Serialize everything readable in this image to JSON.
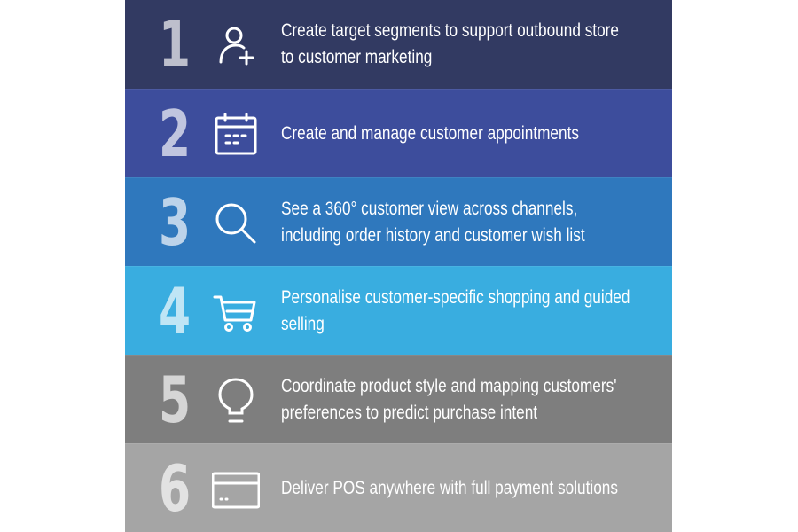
{
  "items": [
    {
      "number": "1",
      "icon": "user-plus-icon",
      "color": "#323a62",
      "lines": [
        "Create target segments to support outbound store",
        "to customer marketing"
      ]
    },
    {
      "number": "2",
      "icon": "calendar-icon",
      "color": "#3d4d9c",
      "lines": [
        "Create and manage customer appointments"
      ]
    },
    {
      "number": "3",
      "icon": "search-icon",
      "color": "#2f78bd",
      "lines": [
        "See a 360° customer view across channels,",
        "including order history and customer wish list"
      ]
    },
    {
      "number": "4",
      "icon": "shopping-cart-icon",
      "color": "#39ade0",
      "lines": [
        "Personalise customer-specific shopping and guided",
        "selling"
      ]
    },
    {
      "number": "5",
      "icon": "lightbulb-icon",
      "color": "#7e7e7e",
      "lines": [
        "Coordinate product style and mapping customers'",
        "preferences to predict purchase intent"
      ]
    },
    {
      "number": "6",
      "icon": "credit-card-icon",
      "color": "#a5a5a5",
      "lines": [
        "Deliver POS anywhere with full payment solutions"
      ]
    }
  ]
}
